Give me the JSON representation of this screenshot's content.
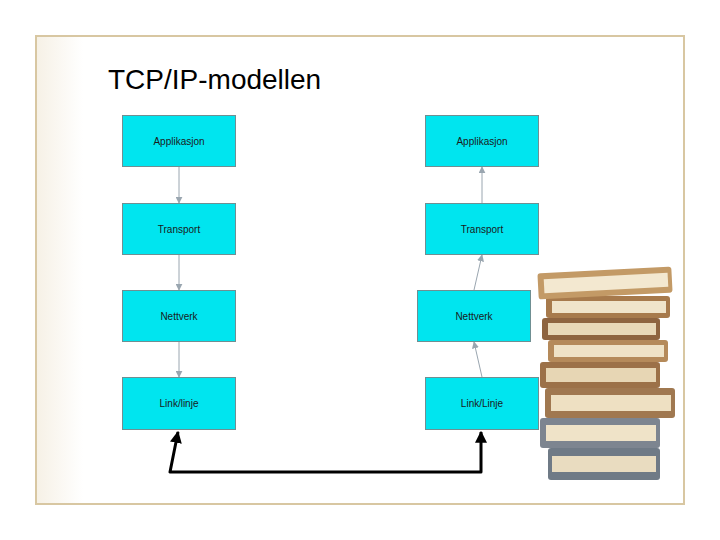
{
  "diagram": {
    "title": "TCP/IP-modellen",
    "nodes": [
      {
        "text": [
          "Applikasjon"
        ]
      },
      {
        "text": [
          "Transport"
        ]
      },
      {
        "text": [
          "Nettverk"
        ]
      },
      {
        "text": [
          "Link/linje"
        ]
      },
      {
        "text": [
          "Applikasjon"
        ]
      },
      {
        "text": [
          "Transport"
        ]
      },
      {
        "text": [
          "Nettverk"
        ]
      },
      {
        "text": [
          "Link/Linje"
        ]
      }
    ],
    "edges": [
      {
        "from": 0,
        "to": 1,
        "arrow": "to"
      },
      {
        "from": 1,
        "to": 2,
        "arrow": "to"
      },
      {
        "from": 2,
        "to": 3,
        "arrow": "to"
      },
      {
        "from": 7,
        "to": 6,
        "arrow": "to"
      },
      {
        "from": 6,
        "to": 5,
        "arrow": "to"
      },
      {
        "from": 5,
        "to": 4,
        "arrow": "to"
      },
      {
        "from": 3,
        "to": 7,
        "arrow": "both"
      }
    ]
  }
}
